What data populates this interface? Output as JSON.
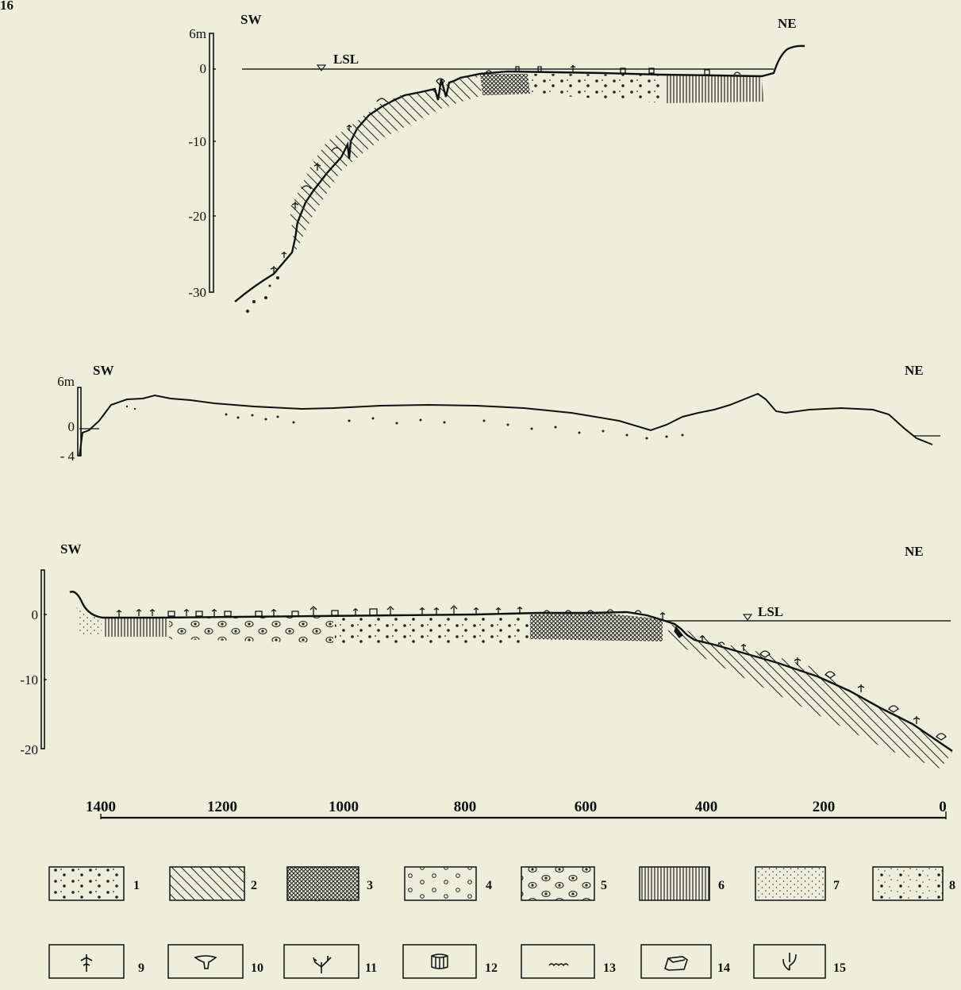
{
  "page_corner_mark": "16",
  "profile_top": {
    "sw_label": "SW",
    "ne_label": "NE",
    "lsl_label": "LSL",
    "y_ticks": [
      "6m",
      "0",
      "-10",
      "-20",
      "-30"
    ]
  },
  "profile_middle": {
    "sw_label": "SW",
    "ne_label": "NE",
    "y_ticks": [
      "6m",
      "0",
      "- 4"
    ]
  },
  "profile_bottom": {
    "sw_label": "SW",
    "ne_label": "NE",
    "lsl_label": "LSL",
    "y_ticks": [
      "0",
      "-10",
      "-20"
    ]
  },
  "distance_axis": {
    "ticks": [
      "1400",
      "1200",
      "1000",
      "800",
      "600",
      "400",
      "200",
      "0"
    ]
  },
  "legend": [
    {
      "id": "1",
      "symbol": "coarse-dots"
    },
    {
      "id": "2",
      "symbol": "diagonal-hatch"
    },
    {
      "id": "3",
      "symbol": "cross-hatch"
    },
    {
      "id": "4",
      "symbol": "open-circles"
    },
    {
      "id": "5",
      "symbol": "eye-pebbles"
    },
    {
      "id": "6",
      "symbol": "vertical-lines"
    },
    {
      "id": "7",
      "symbol": "fine-dots"
    },
    {
      "id": "8",
      "symbol": "mixed-dots"
    },
    {
      "id": "9",
      "symbol": "seagrass-plant"
    },
    {
      "id": "10",
      "symbol": "sponge-funnel"
    },
    {
      "id": "11",
      "symbol": "branching-coral"
    },
    {
      "id": "12",
      "symbol": "cylinder-block"
    },
    {
      "id": "13",
      "symbol": "small-ripples"
    },
    {
      "id": "14",
      "symbol": "boulder"
    },
    {
      "id": "15",
      "symbol": "fan-plant"
    }
  ]
}
